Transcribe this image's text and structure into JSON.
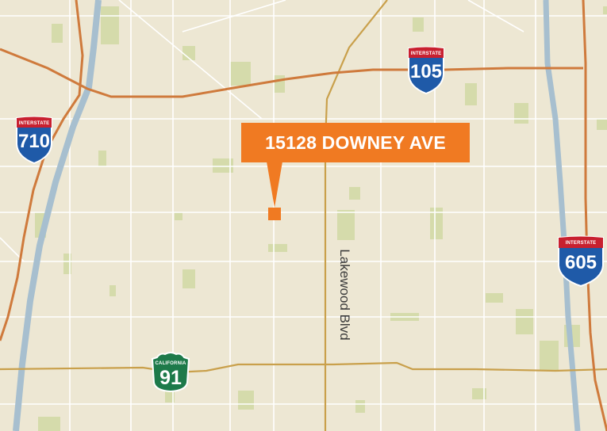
{
  "map": {
    "colors": {
      "land": "#ede7d3",
      "minor_road": "#ffffff",
      "park": "#d5dbab",
      "river": "#a7bfcf",
      "freeway": "#cf7a3c",
      "arterial": "#c9a04b",
      "callout": "#f07a22",
      "interstate_blue": "#1f5aa8",
      "interstate_red": "#c8202f",
      "state_route_green": "#1d7a4a"
    },
    "callout": {
      "label": "15128 DOWNEY AVE"
    },
    "street_label": "Lakewood Blvd",
    "shields": {
      "i710": {
        "tag": "INTERSTATE",
        "number": "710",
        "icon": "interstate-shield-icon"
      },
      "i105": {
        "tag": "INTERSTATE",
        "number": "105",
        "icon": "interstate-shield-icon"
      },
      "i605": {
        "tag": "INTERSTATE",
        "number": "605",
        "icon": "interstate-shield-icon"
      },
      "ca91": {
        "tag": "CALIFORNIA",
        "number": "91",
        "icon": "state-route-shield-icon"
      }
    }
  }
}
